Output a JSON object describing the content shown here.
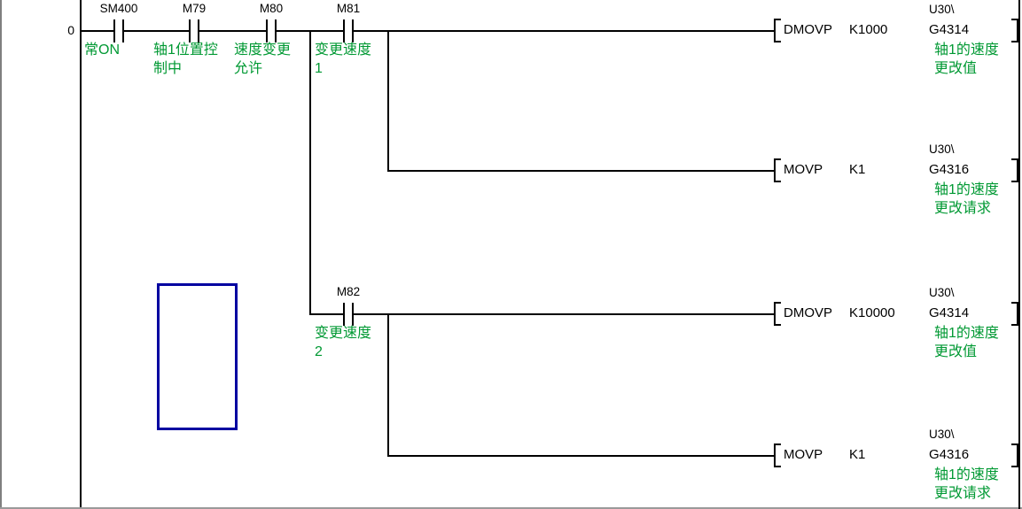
{
  "editor": {
    "rung_number": "0",
    "comment_color": "#009933",
    "cursor_color": "#0000a0"
  },
  "contacts": [
    {
      "label": "SM400",
      "comment1": "常ON",
      "comment2": ""
    },
    {
      "label": "M79",
      "comment1": "轴1位置控",
      "comment2": "制中"
    },
    {
      "label": "M80",
      "comment1": "速度变更",
      "comment2": "允许"
    },
    {
      "label": "M81",
      "comment1": "变更速度",
      "comment2": "1"
    },
    {
      "label": "M82",
      "comment1": "变更速度",
      "comment2": "2"
    }
  ],
  "instructions": [
    {
      "mnemonic": "DMOVP",
      "operand": "K1000",
      "device_prefix": "U30\\",
      "device": "G4314",
      "comment1": "轴1的速度",
      "comment2": "更改值"
    },
    {
      "mnemonic": "MOVP",
      "operand": "K1",
      "device_prefix": "U30\\",
      "device": "G4316",
      "comment1": "轴1的速度",
      "comment2": "更改请求"
    },
    {
      "mnemonic": "DMOVP",
      "operand": "K10000",
      "device_prefix": "U30\\",
      "device": "G4314",
      "comment1": "轴1的速度",
      "comment2": "更改值"
    },
    {
      "mnemonic": "MOVP",
      "operand": "K1",
      "device_prefix": "U30\\",
      "device": "G4316",
      "comment1": "轴1的速度",
      "comment2": "更改请求"
    }
  ]
}
